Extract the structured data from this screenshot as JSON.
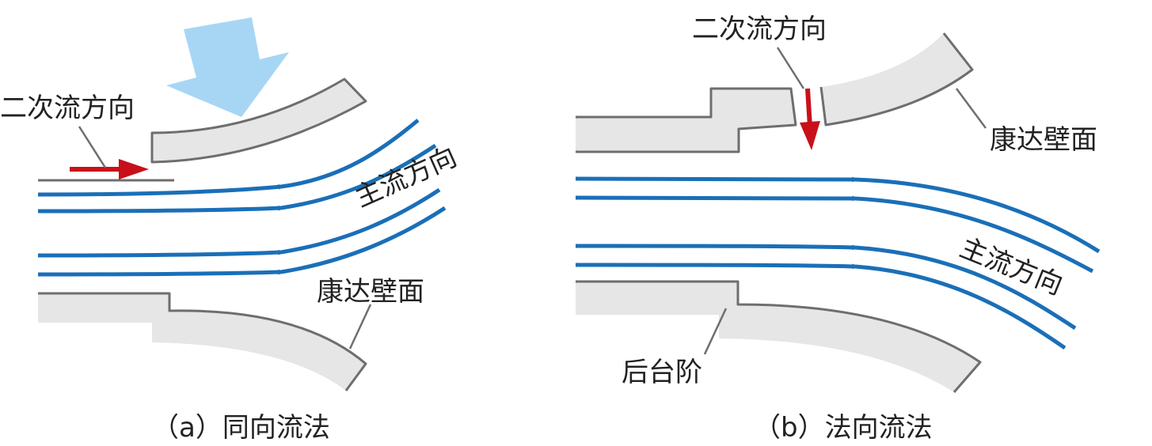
{
  "colors": {
    "wall_fill": "#e6e6e6",
    "wall_stroke": "#6e6e6e",
    "streamline": "#1a6fb8",
    "secondary_arrow": "#c8101a",
    "impinging_arrow": "#a7d6f5",
    "text": "#222222"
  },
  "panel_a": {
    "secondary_label": "二次流方向",
    "main_label": "主流方向",
    "wall_label": "康达壁面",
    "caption": "（a）同向流法"
  },
  "panel_b": {
    "secondary_label": "二次流方向",
    "wall_label": "康达壁面",
    "main_label": "主流方向",
    "step_label": "后台阶",
    "caption": "（b）法向流法"
  }
}
